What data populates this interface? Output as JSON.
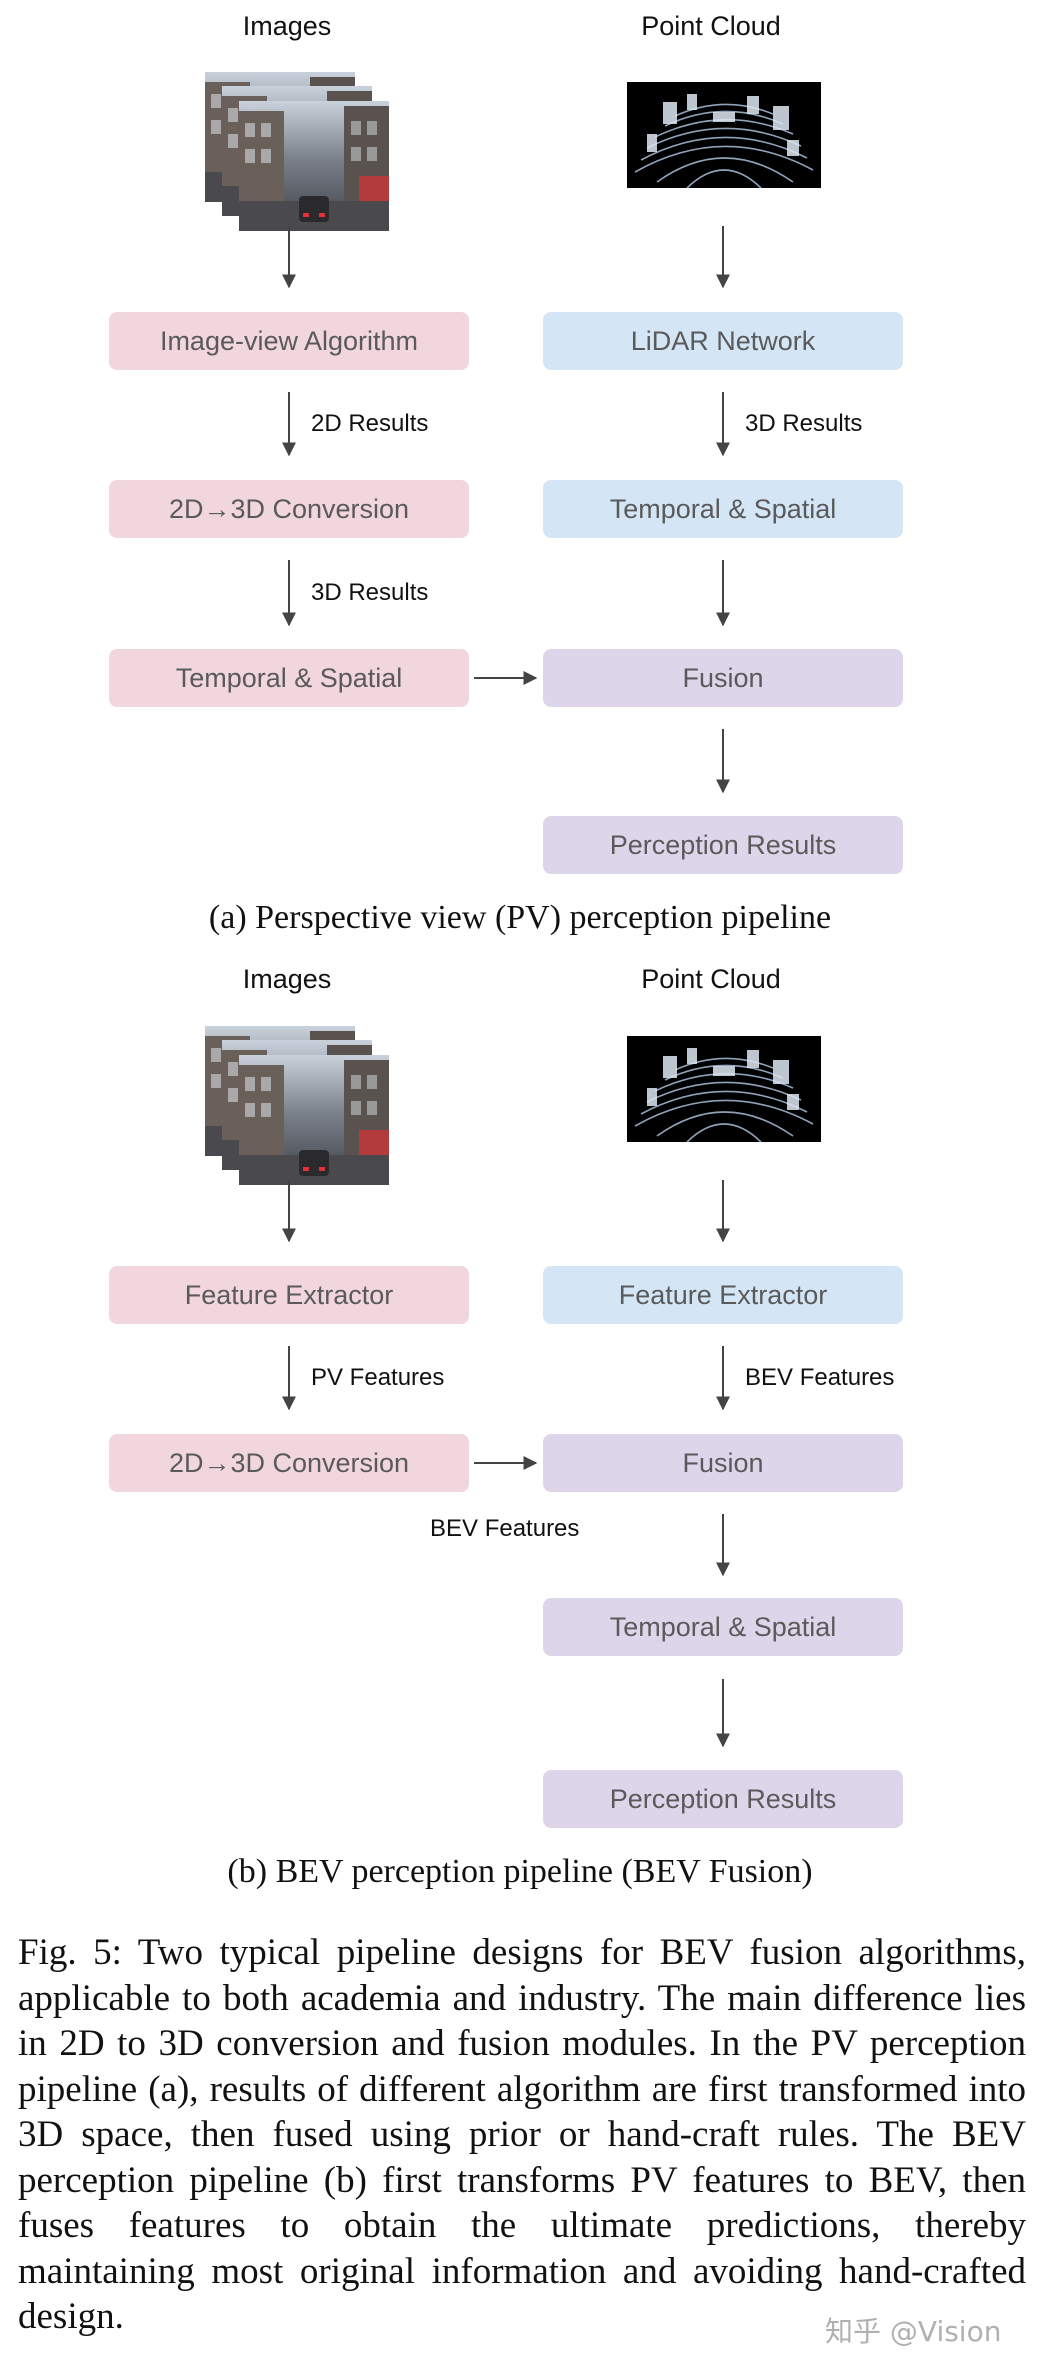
{
  "colors": {
    "pink": "#f1d6dd",
    "blue": "#d4e6f6",
    "purple": "#ddd6ea"
  },
  "panel_a": {
    "images_label": "Images",
    "pointcloud_label": "Point Cloud",
    "image_view_algorithm": "Image-view Algorithm",
    "results_2d": "2D Results",
    "conversion": "2D→3D Conversion",
    "results_3d_left": "3D Results",
    "temporal_spatial_left": "Temporal & Spatial",
    "lidar_network": "LiDAR Network",
    "results_3d_right": "3D Results",
    "temporal_spatial_right": "Temporal & Spatial",
    "fusion": "Fusion",
    "perception_results": "Perception Results",
    "caption": "(a) Perspective view (PV) perception pipeline"
  },
  "panel_b": {
    "images_label": "Images",
    "pointcloud_label": "Point Cloud",
    "feature_extractor_left": "Feature Extractor",
    "pv_features": "PV Features",
    "conversion": "2D→3D Conversion",
    "bev_features_left": "BEV Features",
    "feature_extractor_right": "Feature Extractor",
    "bev_features_right": "BEV Features",
    "fusion": "Fusion",
    "temporal_spatial": "Temporal & Spatial",
    "perception_results": "Perception Results",
    "caption": "(b) BEV perception pipeline (BEV Fusion)"
  },
  "figure_caption": "Fig. 5: Two typical pipeline designs for BEV fusion algorithms, applicable to both academia and industry. The main difference lies in 2D to 3D conversion and fusion modules. In the PV perception pipeline (a), results of different algorithm are first transformed into 3D space, then fused using prior or hand-craft rules. The BEV perception pipeline (b) first transforms PV features to BEV, then fuses features to obtain the ultimate predictions, thereby maintaining most original information and avoiding hand-crafted design.",
  "watermark": "知乎 @Vision"
}
